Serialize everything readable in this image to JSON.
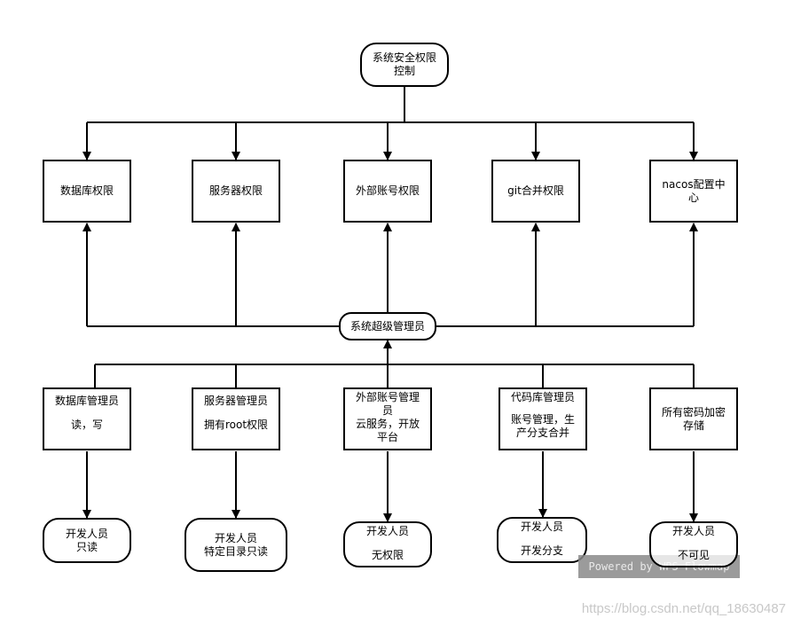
{
  "root": {
    "line1": "系统安全权限",
    "line2": "控制"
  },
  "permissions": [
    {
      "label": "数据库权限"
    },
    {
      "label": "服务器权限"
    },
    {
      "label": "外部账号权限"
    },
    {
      "label": "git合并权限"
    },
    {
      "label": "nacos配置中",
      "label2": "心"
    }
  ],
  "super_admin": {
    "label": "系统超级管理员"
  },
  "managers": [
    {
      "title": "数据库管理员",
      "detail": "读，写"
    },
    {
      "title": "服务器管理员",
      "detail": "拥有root权限"
    },
    {
      "title": "外部账号管理",
      "title2": "员",
      "detail": "云服务，开放",
      "detail2": "平台"
    },
    {
      "title": "代码库管理员",
      "detail": "账号管理，生",
      "detail2": "产分支合并"
    },
    {
      "title": "所有密码加密",
      "title2": "存储"
    }
  ],
  "developers": [
    {
      "line1": "开发人员",
      "line2": "只读"
    },
    {
      "line1": "开发人员",
      "line2": "特定目录只读"
    },
    {
      "line1": "开发人员",
      "line2": "无权限"
    },
    {
      "line1": "开发人员",
      "line2": "开发分支"
    },
    {
      "line1": "开发人员",
      "line2": "不可见"
    }
  ],
  "watermark": {
    "powered": "Powered by WPS Flowmap",
    "url": "https://blog.csdn.net/qq_18630487"
  },
  "colors": {
    "stroke": "#000000",
    "background": "#ffffff"
  }
}
